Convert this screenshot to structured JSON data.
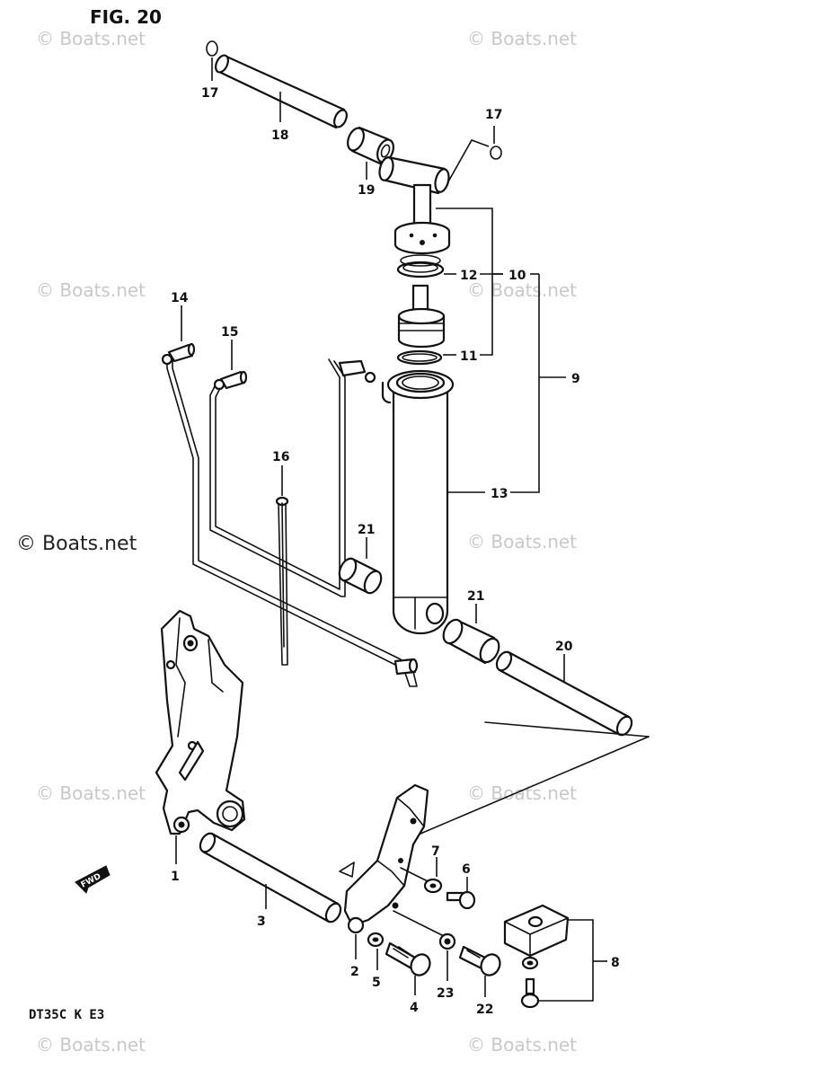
{
  "figure": {
    "title": "FIG. 20",
    "model_code": "DT35C  K  E3"
  },
  "watermarks": {
    "main": "© Boats.net",
    "faint": "© Boats.net"
  },
  "callouts": [
    "1",
    "2",
    "3",
    "4",
    "5",
    "6",
    "7",
    "8",
    "9",
    "10",
    "11",
    "12",
    "13",
    "14",
    "15",
    "16",
    "17",
    "17",
    "18",
    "19",
    "20",
    "21",
    "21",
    "22",
    "23"
  ],
  "labels": {
    "p1": "1",
    "p2": "2",
    "p3": "3",
    "p4": "4",
    "p5": "5",
    "p6": "6",
    "p7": "7",
    "p8": "8",
    "p9": "9",
    "p10": "10",
    "p11": "11",
    "p12": "12",
    "p13": "13",
    "p14": "14",
    "p15": "15",
    "p16": "16",
    "p17a": "17",
    "p17b": "17",
    "p18": "18",
    "p19": "19",
    "p20": "20",
    "p21a": "21",
    "p21b": "21",
    "p22": "22",
    "p23": "23"
  },
  "fwd_marker": "FWD"
}
